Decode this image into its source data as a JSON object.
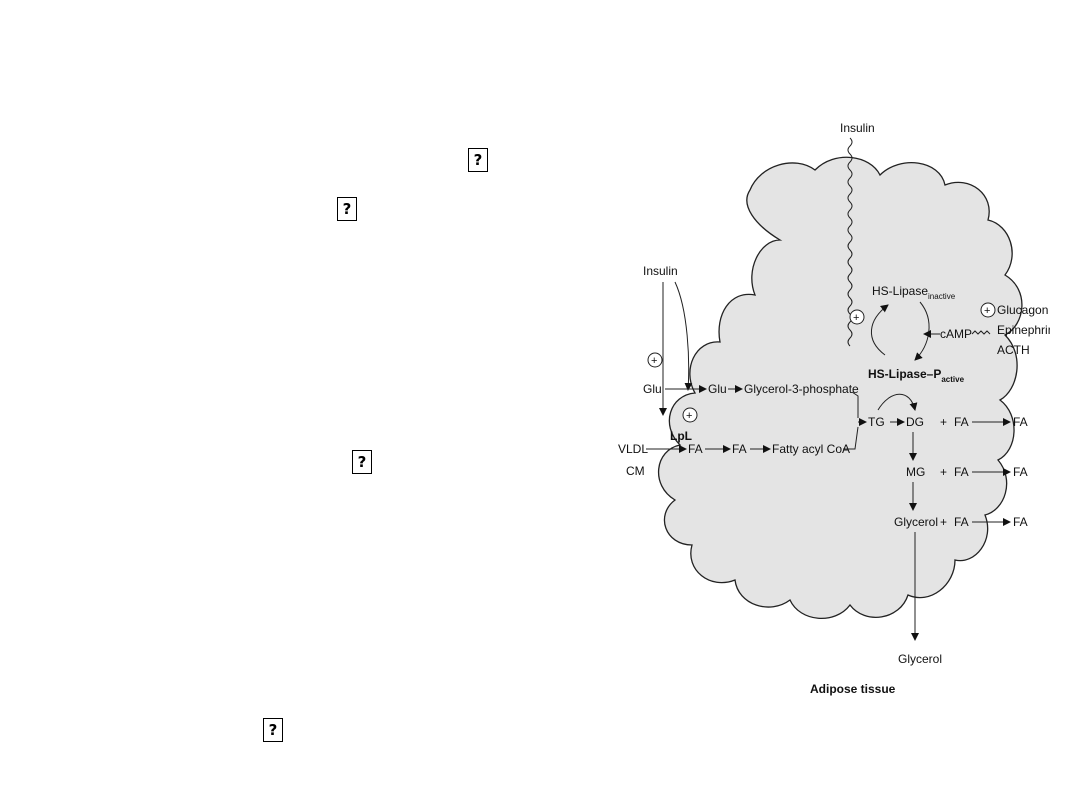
{
  "slide": {
    "missing_glyphs": [
      "?",
      "?",
      "?",
      "?"
    ]
  },
  "diagram": {
    "title": "Adipose tissue",
    "labels": {
      "insulin_top": "Insulin",
      "insulin_left": "Insulin",
      "plus": "+",
      "hs_lipase_inactive": "HS-Lipase",
      "inactive_sub": "inactive",
      "hs_lipase_active": "HS-Lipase–P",
      "active_sub": "active",
      "camp": "cAMP",
      "glucagon": "Glucagon",
      "epinephrine": "Epinephrine",
      "acth": "ACTH",
      "glu_out": "Glu",
      "glu_in": "Glu",
      "glycerol_3_phosphate": "Glycerol-3-phosphate",
      "tg": "TG",
      "dg": "DG",
      "mg": "MG",
      "glycerol_in": "Glycerol",
      "glycerol_out": "Glycerol",
      "fa": "FA",
      "plus_sign": "+",
      "lpl": "LpL",
      "vldl": "VLDL",
      "cm": "CM",
      "fatty_acyl_coa": "Fatty acyl CoA"
    }
  }
}
